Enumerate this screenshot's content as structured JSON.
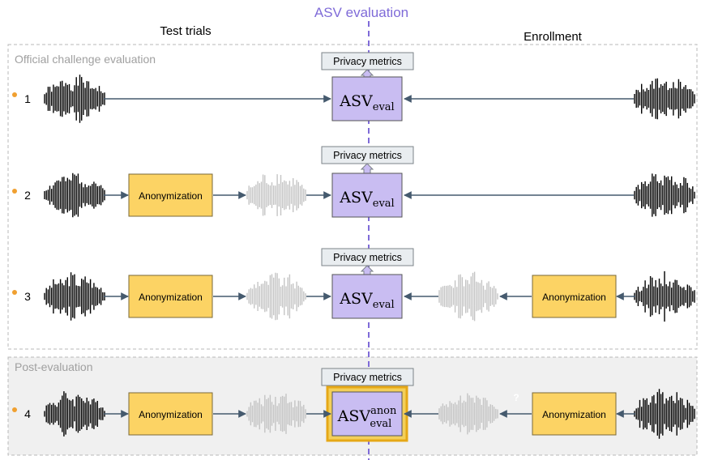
{
  "title": "ASV evaluation",
  "col_left": "Test trials",
  "col_right": "Enrollment",
  "section_official": "Official challenge evaluation",
  "section_post": "Post-evaluation",
  "privacy_metrics": "Privacy metrics",
  "anonymization": "Anonymization",
  "asv_main": "ASV",
  "asv_sub": "eval",
  "asv_sup": "anon",
  "question_mark": "?",
  "rows": [
    {
      "number": "1",
      "test_anonymized": false,
      "enroll_anonymized": false,
      "asv_anon": false
    },
    {
      "number": "2",
      "test_anonymized": true,
      "enroll_anonymized": false,
      "asv_anon": false
    },
    {
      "number": "3",
      "test_anonymized": true,
      "enroll_anonymized": true,
      "asv_anon": false
    },
    {
      "number": "4",
      "test_anonymized": true,
      "enroll_anonymized": true,
      "asv_anon": true
    }
  ],
  "colors": {
    "purple": "#c9bdf2",
    "purple_title": "#7f6bd8",
    "yellow": "#fcd364",
    "gold_outline": "#e6a817",
    "orange_dot": "#f0a030",
    "wave_original": "#000000",
    "wave_anon": "#c4c4c4",
    "privacy_box": "#e9edf0",
    "post_bg": "#f0f0f0"
  }
}
